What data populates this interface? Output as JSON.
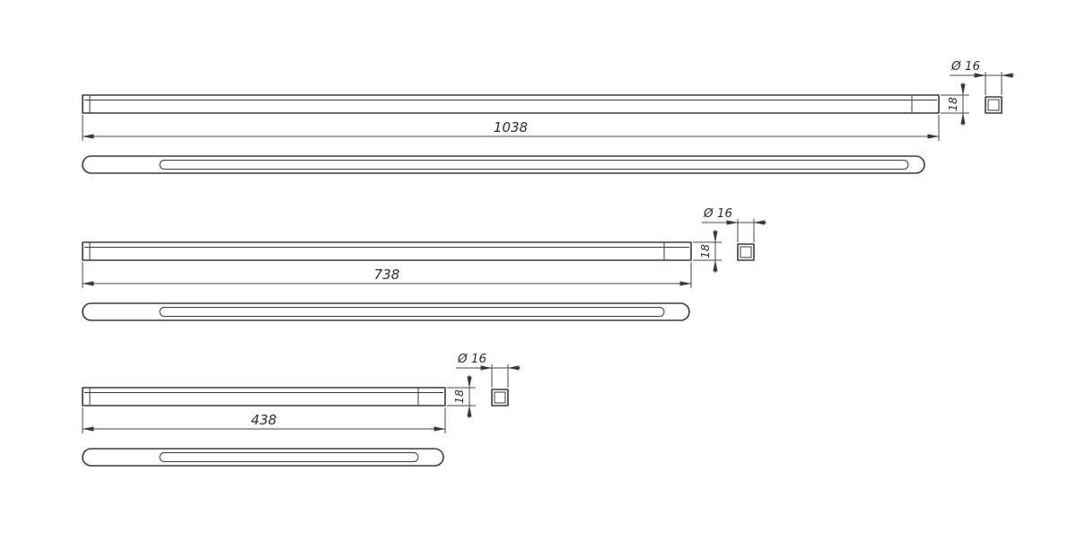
{
  "page": {
    "background_color": "#ffffff",
    "line_color": "#3a3a3a"
  },
  "drawings": [
    {
      "id": "fixture-long",
      "length_label": "1038",
      "height_label": "18",
      "diameter_label": "Ø 16"
    },
    {
      "id": "fixture-medium",
      "length_label": "738",
      "height_label": "18",
      "diameter_label": "Ø 16"
    },
    {
      "id": "fixture-short",
      "length_label": "438",
      "height_label": "18",
      "diameter_label": "Ø 16"
    }
  ]
}
